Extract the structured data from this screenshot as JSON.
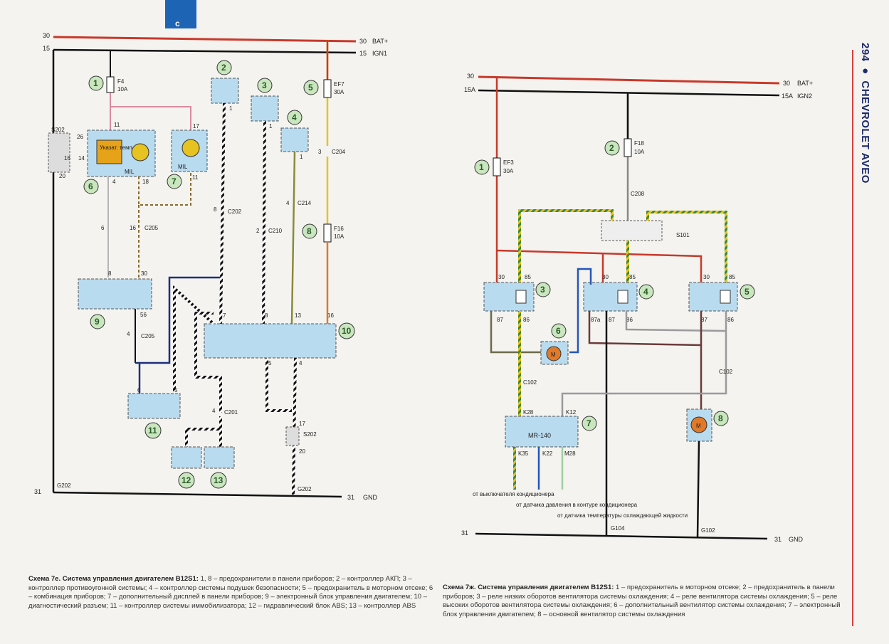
{
  "left": {
    "bus30": {
      "left": "30",
      "right": "30",
      "name": "BAT+"
    },
    "bus15": {
      "left": "15",
      "right": "15",
      "name": "IGN1"
    },
    "gnd": {
      "left": "31",
      "right": "31",
      "name": "GND",
      "g_left": "G202",
      "g_right": "G202"
    },
    "fuses": {
      "f4": "F4",
      "f4a": "10A",
      "ef7": "EF7",
      "ef7a": "30A",
      "f16": "F16",
      "f16a": "10A"
    },
    "connectors": {
      "c204": "C204",
      "c214": "C214",
      "c210": "C210",
      "c202": "C202",
      "c205a": "C205",
      "c205b": "C205",
      "c201": "C201",
      "s202a": "S202",
      "s202b": "S202"
    },
    "pins": {
      "p11": "11",
      "p17": "17",
      "p1a": "1",
      "p1b": "1",
      "p1c": "1",
      "p2": "2",
      "p26": "26",
      "p16": "16",
      "p14": "14",
      "p20": "20",
      "p4": "4",
      "p18": "18",
      "p11b": "11",
      "p6": "6",
      "p16b": "16",
      "p8": "8",
      "p8b": "8",
      "p2b": "2",
      "p4b": "4",
      "p3": "3",
      "p7": "7",
      "p13": "13",
      "p16c": "16",
      "p8c": "8",
      "p30": "30",
      "p56": "56",
      "p4c": "4",
      "p5": "5",
      "p4d": "4",
      "p6b": "6",
      "p5b": "5",
      "p4e": "4",
      "p17b": "17",
      "p20b": "20"
    },
    "mil1": "MIL",
    "mil2": "MIL",
    "temp": "Указат. темп.",
    "nums": [
      "1",
      "2",
      "3",
      "4",
      "5",
      "6",
      "7",
      "8",
      "9",
      "10",
      "11",
      "12",
      "13"
    ]
  },
  "right": {
    "bus30": {
      "left": "30",
      "right": "30",
      "name": "BAT+"
    },
    "bus15": {
      "left": "15A",
      "right": "15A",
      "name": "IGN2"
    },
    "gnd": {
      "left": "31",
      "right": "31",
      "name": "GND",
      "g1": "G104",
      "g2": "G102"
    },
    "fuses": {
      "ef3": "EF3",
      "ef3a": "30A",
      "f18": "F18",
      "f18a": "10A"
    },
    "connectors": {
      "c208": "C208",
      "s101": "S101",
      "c102a": "C102",
      "c102b": "C102"
    },
    "relay_pins": {
      "r30": "30",
      "r85": "85",
      "r87": "87",
      "r86": "86",
      "r87a": "87a"
    },
    "ecu": "MR-140",
    "ecu_pins": {
      "k28": "K28",
      "k12": "K12",
      "k35": "K35",
      "k22": "K22",
      "m28": "M28"
    },
    "motor": "M",
    "notes": {
      "n1": "от выключателя кондиционера",
      "n2": "от датчика давления в контуре кондиционера",
      "n3": "от датчика температуры охлаждающей жидкости"
    },
    "nums": [
      "1",
      "2",
      "3",
      "4",
      "5",
      "6",
      "7",
      "8"
    ]
  },
  "page_number": "294",
  "brand": "CHEVROLET AVEO",
  "tab_letter": "c",
  "caption_left_title": "Схема 7е. Система управления двигателем B12S1:",
  "caption_left_body": " 1, 8 – предохранители в панели приборов; 2 – контроллер АКП; 3 – контроллер противоугонной системы; 4 – контроллер системы подушек безопасности; 5 – предохранитель в моторном отсеке; 6 – комбинация приборов; 7 – дополнительный дисплей в панели приборов; 9 – электронный блок управления двигателем; 10 – диагностический разъем; 11 – контроллер системы иммобилизатора; 12 – гидравлический блок ABS; 13 – контроллер ABS",
  "caption_right_title": "Схема 7ж. Система управления двигателем B12S1:",
  "caption_right_body": " 1 – предохранитель в моторном отсеке; 2 – предохранитель в панели приборов; 3 – реле низких оборотов вентилятора системы охлаждения; 4 – реле вентилятора системы охлаждения; 5 – реле высоких оборотов вентилятора системы охлаждения; 6 – дополнительный вентилятор системы охлаждения; 7 – электронный блок управления двигателем; 8 – основной вентилятор системы охлаждения",
  "colors": {
    "red": "#c8392b",
    "black": "#1a1a1a",
    "box": "#b9dbef",
    "green": "#c9e6bf",
    "olive": "#8a8a3a",
    "pink": "#d98aa0",
    "yellow": "#e6c321",
    "orange": "#e07a2a",
    "navy": "#1f2f7a",
    "blue": "#2456b8",
    "gray": "#9a9a9a",
    "brown": "#6b3a3a",
    "accent": "#1e64b4"
  }
}
